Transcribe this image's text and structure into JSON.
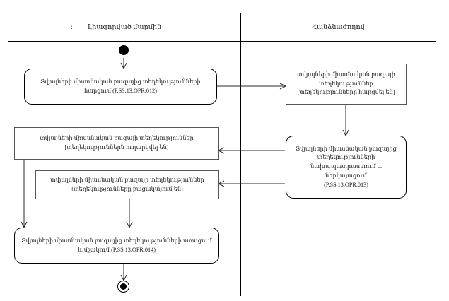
{
  "diagram": {
    "type": "uml-activity-diagram",
    "lanes": [
      {
        "id": "lane-authorized-body",
        "title": "Լիազորված մարմին",
        "prefix_colon": ":"
      },
      {
        "id": "lane-commission",
        "title": "Հանձնաժողով",
        "prefix_colon": ""
      }
    ],
    "nodes": {
      "initial": {
        "name": "initial-node"
      },
      "final": {
        "name": "final-node"
      },
      "action_request": {
        "line1": "Տվյալների միասնական բազայից տեղեկությունների",
        "line2": "հարցում (P.SS.13.OPR.012)"
      },
      "object_requested": {
        "line1": "տվյալների միասնական բազայի",
        "line2": "տեղեկություններ",
        "line3": "[տեղեկությունները հարցվել են]"
      },
      "action_prepare": {
        "line1": "Տվյալների միասնական բազայից",
        "line2": "տեղեկությունների",
        "line3": "նախապատրաստում և",
        "line4": "ներկայացում",
        "line5": "(P.SS.13.OPR.013)"
      },
      "object_sent": {
        "line1": "տվյալների միասնական բազայի տեղեկություններ",
        "line2": "[տեղեկություններն ուղարկվել են]"
      },
      "object_missing": {
        "line1": "տվյալների միասնական բազայի տեղեկություններ",
        "line2": "[տեղեկությունները բացակայում են]"
      },
      "action_receive": {
        "line1": "Տվյալների միասնական բազայից տեղեկությունների ստացում",
        "line2": "և մշակում (P.SS.13.OPR.014)"
      }
    },
    "colors": {
      "stroke": "#000000",
      "object_stroke": "#555555",
      "edge": "#2b2b2b",
      "background": "#ffffff"
    }
  }
}
